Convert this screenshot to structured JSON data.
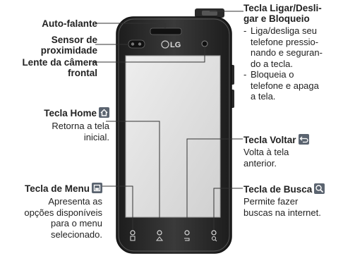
{
  "labels": {
    "speaker": "Auto-falante",
    "proximity_1": "Sensor de",
    "proximity_2": "proximidade",
    "camera_1": "Lente da câmera",
    "camera_2": "frontal",
    "home_title": "Tecla Home",
    "home_desc_1": "Retorna a tela",
    "home_desc_2": "inicial.",
    "menu_title": "Tecla de Menu",
    "menu_desc_1": "Apresenta as",
    "menu_desc_2": "opções disponíveis",
    "menu_desc_3": "para o menu",
    "menu_desc_4": "selecionado.",
    "power_title_1": "Tecla Ligar/Desli-",
    "power_title_2": "gar e Bloqueio",
    "power_b1_1": "Liga/desliga seu",
    "power_b1_2": "telefone pressio-",
    "power_b1_3": "nando e seguran-",
    "power_b1_4": "do a tecla.",
    "power_b2_1": "Bloqueia o",
    "power_b2_2": "telefone e apaga",
    "power_b2_3": "a tela.",
    "back_title": "Tecla Voltar",
    "back_desc_1": "Volta à tela",
    "back_desc_2": "anterior.",
    "search_title": "Tecla de Busca",
    "search_desc_1": "Permite fazer",
    "search_desc_2": "buscas na internet."
  },
  "phone": {
    "brand": "LG"
  },
  "icons": [
    "home-icon",
    "menu-icon",
    "back-icon",
    "search-icon"
  ],
  "colors": {
    "phone_body": "#2b2b2b",
    "screen": "#e2e2e2",
    "leader_line": "#333333",
    "icon_bg": "#5b6470"
  }
}
